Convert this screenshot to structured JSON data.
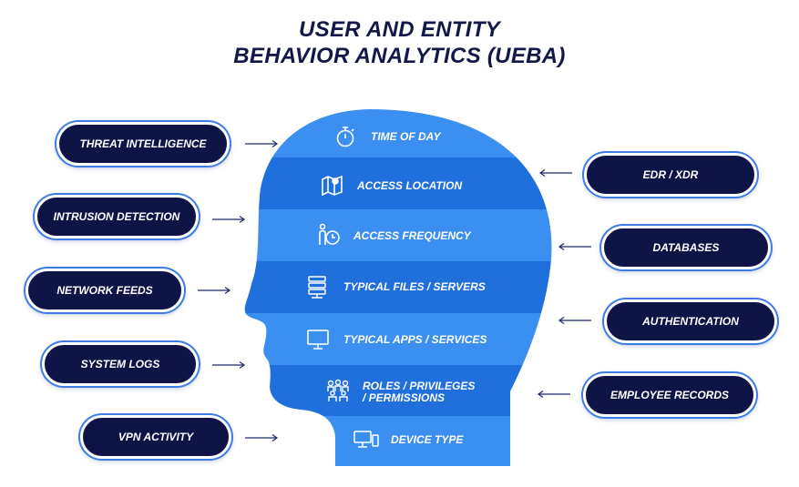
{
  "title": {
    "line1": "USER AND ENTITY",
    "line2": "BEHAVIOR ANALYTICS (UEBA)"
  },
  "colors": {
    "navy": "#0f1446",
    "title": "#131849",
    "band_light": "#3b8ff0",
    "band_dark": "#1f6fdc",
    "pill_ring": "#3d7be6"
  },
  "left_sources": [
    {
      "label": "THREAT INTELLIGENCE"
    },
    {
      "label": "INTRUSION DETECTION"
    },
    {
      "label": "NETWORK FEEDS"
    },
    {
      "label": "SYSTEM LOGS"
    },
    {
      "label": "VPN ACTIVITY"
    }
  ],
  "right_sources": [
    {
      "label": "EDR / XDR"
    },
    {
      "label": "DATABASES"
    },
    {
      "label": "AUTHENTICATION"
    },
    {
      "label": "EMPLOYEE RECORDS"
    }
  ],
  "bands": [
    {
      "label": "TIME OF DAY",
      "icon": "stopwatch-icon"
    },
    {
      "label": "ACCESS LOCATION",
      "icon": "map-pin-icon"
    },
    {
      "label": "ACCESS FREQUENCY",
      "icon": "person-clock-icon"
    },
    {
      "label": "TYPICAL FILES / SERVERS",
      "icon": "server-icon"
    },
    {
      "label": "TYPICAL APPS / SERVICES",
      "icon": "monitor-icon"
    },
    {
      "label": "ROLES / PRIVILEGES / PERMISSIONS",
      "icon": "group-icon"
    },
    {
      "label": "DEVICE TYPE",
      "icon": "devices-icon"
    }
  ]
}
